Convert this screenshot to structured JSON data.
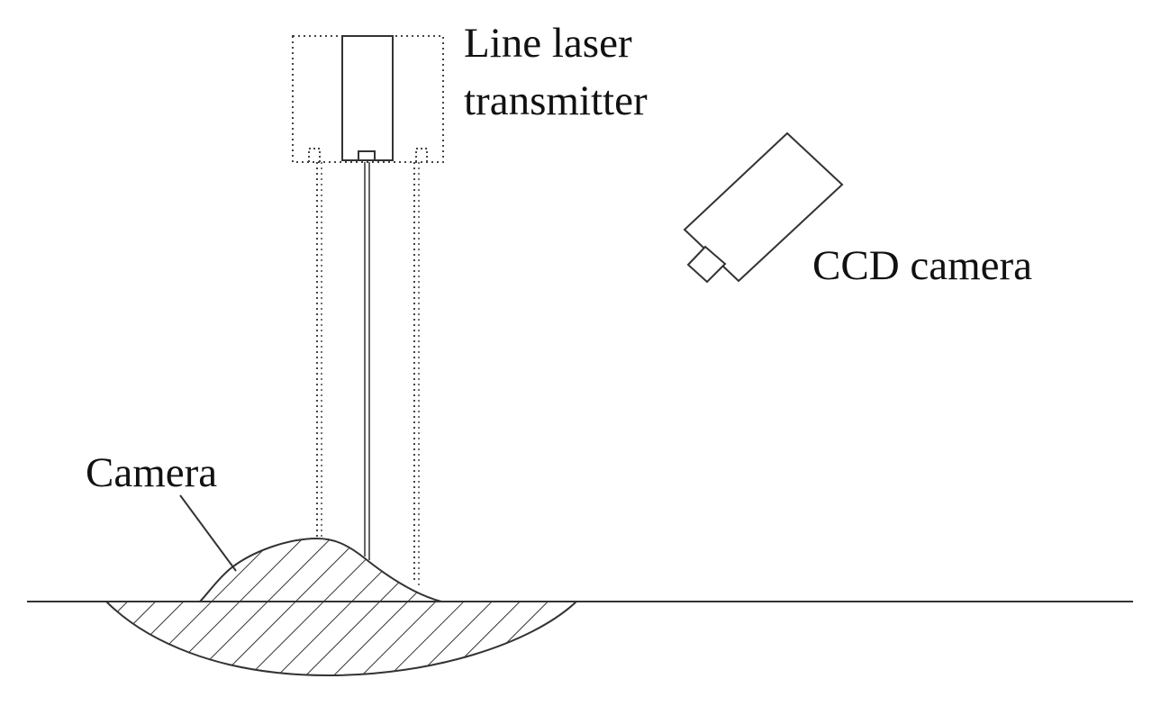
{
  "labels": {
    "laser_line1": "Line laser",
    "laser_line2": "transmitter",
    "ccd": "CCD camera",
    "bump": "Camera"
  },
  "colors": {
    "stroke": "#333333",
    "text": "#111111",
    "background": "#ffffff"
  }
}
